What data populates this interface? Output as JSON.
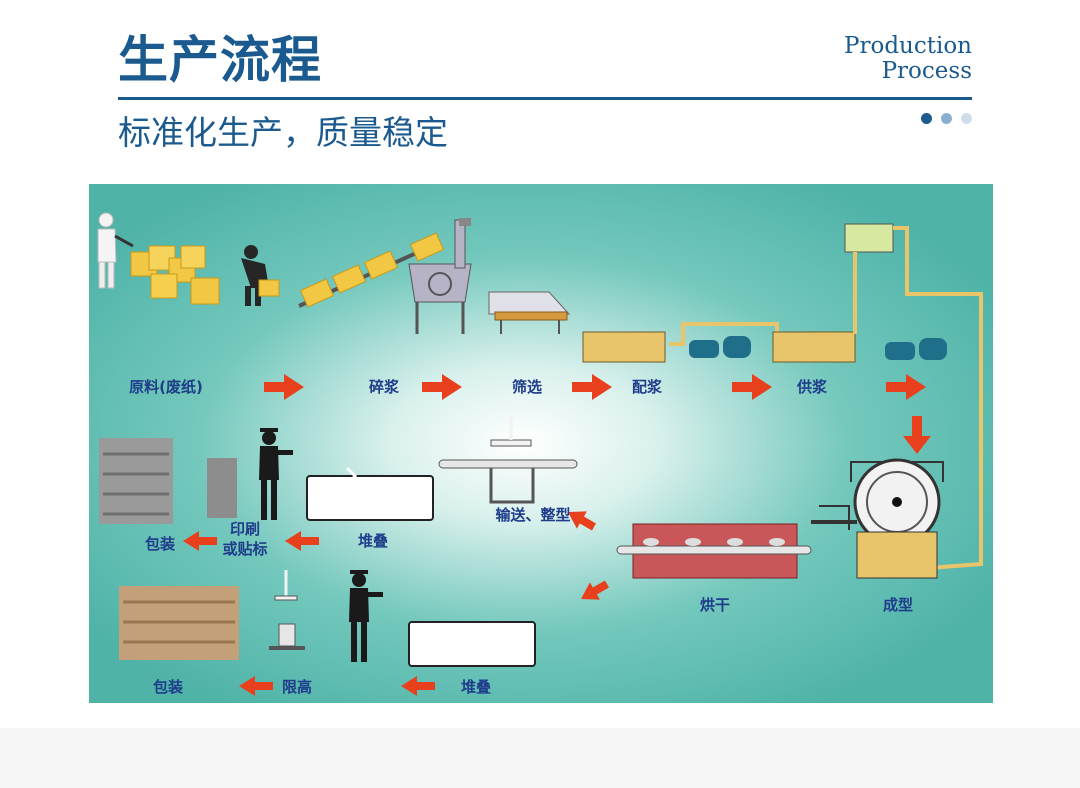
{
  "header": {
    "title": "生产流程",
    "en_line1": "Production",
    "en_line2": "Process",
    "subtitle": "标准化生产，质量稳定"
  },
  "dots": [
    "#1b5a8e",
    "#8aaed0",
    "#d0dcea"
  ],
  "colors": {
    "brand": "#1b5a8e",
    "diagram_bg": "#5fc0b5",
    "arrow": "#e8401c",
    "label": "#1f3d8a",
    "pulp": "#e8c56a"
  },
  "diagram": {
    "steps": {
      "raw": "原料(废纸)",
      "crush": "碎浆",
      "screen": "筛选",
      "mix": "配浆",
      "supply": "供浆",
      "forming": "成型",
      "drying": "烘干",
      "convey": "输送、整型",
      "stack1": "堆叠",
      "print_l1": "印刷",
      "print_l2": "或贴标",
      "pack1": "包装",
      "stack2": "堆叠",
      "limit": "限高",
      "pack2": "包装"
    }
  }
}
